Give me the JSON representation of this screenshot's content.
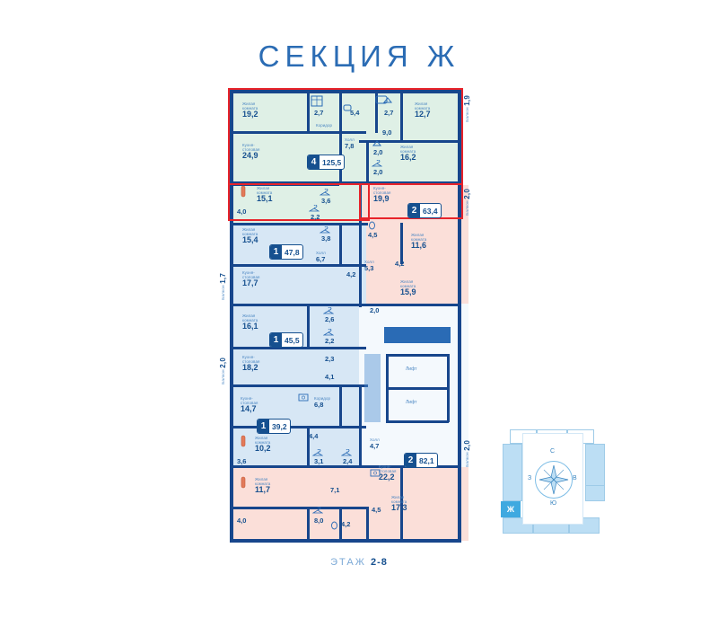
{
  "header": {
    "title": "СЕКЦИЯ Ж"
  },
  "footer": {
    "prefix": "ЭТАЖ",
    "floors": "2-8"
  },
  "keyplan": {
    "compass": {
      "north": "С",
      "east": "В",
      "south": "Ю",
      "west": "З"
    },
    "section_marker": "Ж"
  },
  "apartments": [
    {
      "rooms": "4",
      "area": "125,5",
      "color": "#dff0e6"
    },
    {
      "rooms": "2",
      "area": "63,4",
      "color": "#fbdfd9"
    },
    {
      "rooms": "1",
      "area": "47,8",
      "color": "#d7e7f5"
    },
    {
      "rooms": "1",
      "area": "45,5",
      "color": "#d7e7f5"
    },
    {
      "rooms": "1",
      "area": "39,2",
      "color": "#d7e7f5"
    },
    {
      "rooms": "2",
      "area": "82,1",
      "color": "#fbdfd9"
    }
  ],
  "rooms": [
    {
      "name": "Жилая\nкомната",
      "area": "19,2"
    },
    {
      "name": "",
      "area": "2,7"
    },
    {
      "name": "",
      "area": "5,4"
    },
    {
      "name": "",
      "area": "2,7"
    },
    {
      "name": "Жилая\nкомната",
      "area": "12,7"
    },
    {
      "name": "Коридор",
      "area": ""
    },
    {
      "name": "Кухня-\nстоловая",
      "area": "24,9"
    },
    {
      "name": "Холл",
      "area": "7,8"
    },
    {
      "name": "",
      "area": "9,0"
    },
    {
      "name": "Жилая\nкомната",
      "area": "16,2"
    },
    {
      "name": "",
      "area": "2,0"
    },
    {
      "name": "",
      "area": "2,0"
    },
    {
      "name": "Жилая\nкомната",
      "area": "15,1"
    },
    {
      "name": "",
      "area": "3,6"
    },
    {
      "name": "",
      "area": "4,0"
    },
    {
      "name": "",
      "area": "2,2"
    },
    {
      "name": "Кухня-\nстоловая",
      "area": "19,9"
    },
    {
      "name": "",
      "area": "4,5"
    },
    {
      "name": "Жилая\nкомната",
      "area": "11,6"
    },
    {
      "name": "Жилая\nкомната",
      "area": "15,4"
    },
    {
      "name": "",
      "area": "3,8"
    },
    {
      "name": "Холл",
      "area": "6,7"
    },
    {
      "name": "Холл",
      "area": "5,3"
    },
    {
      "name": "",
      "area": "4,2"
    },
    {
      "name": "Жилая\nкомната",
      "area": "15,9"
    },
    {
      "name": "Кухня-\nстоловая",
      "area": "17,7"
    },
    {
      "name": "",
      "area": "4,2"
    },
    {
      "name": "",
      "area": "2,0"
    },
    {
      "name": "Жилая\nкомната",
      "area": "16,1"
    },
    {
      "name": "",
      "area": "2,6"
    },
    {
      "name": "",
      "area": "2,2"
    },
    {
      "name": "Кухня-\nстоловая",
      "area": "18,2"
    },
    {
      "name": "",
      "area": "2,3"
    },
    {
      "name": "",
      "area": "4,1"
    },
    {
      "name": "Кухня-\nстоловая",
      "area": "14,7"
    },
    {
      "name": "Коридор",
      "area": "6,8"
    },
    {
      "name": "",
      "area": "4,4"
    },
    {
      "name": "Жилая\nкомната",
      "area": "10,2"
    },
    {
      "name": "Холл",
      "area": "4,7"
    },
    {
      "name": "",
      "area": "3,1"
    },
    {
      "name": "",
      "area": "2,4"
    },
    {
      "name": "",
      "area": "3,6"
    },
    {
      "name": "Жилая\nкомната",
      "area": "11,7"
    },
    {
      "name": "",
      "area": "4,0"
    },
    {
      "name": "",
      "area": "8,0"
    },
    {
      "name": "",
      "area": "7,1"
    },
    {
      "name": "",
      "area": "4,5"
    },
    {
      "name": "",
      "area": "4,2"
    },
    {
      "name": "Кухня-\nстоловая",
      "area": "22,2"
    },
    {
      "name": "Жилая\nкомната",
      "area": "17,3"
    }
  ],
  "balconies": [
    {
      "label": "Балкон",
      "area": "1,9",
      "side": "right"
    },
    {
      "label": "Балкон",
      "area": "2,0",
      "side": "right"
    },
    {
      "label": "Балкон",
      "area": "1,7",
      "side": "left"
    },
    {
      "label": "Балкон",
      "area": "2,0",
      "side": "left"
    },
    {
      "label": "Балкон",
      "area": "2,0",
      "side": "right"
    }
  ],
  "lifts": [
    {
      "label": "Лифт"
    },
    {
      "label": "Лифт"
    }
  ],
  "colors": {
    "wall": "#16508f",
    "accent": "#2b6cb4",
    "highlight": "#e8232a",
    "green": "#dff0e6",
    "pink": "#fbdfd9",
    "blue": "#d7e7f5"
  }
}
